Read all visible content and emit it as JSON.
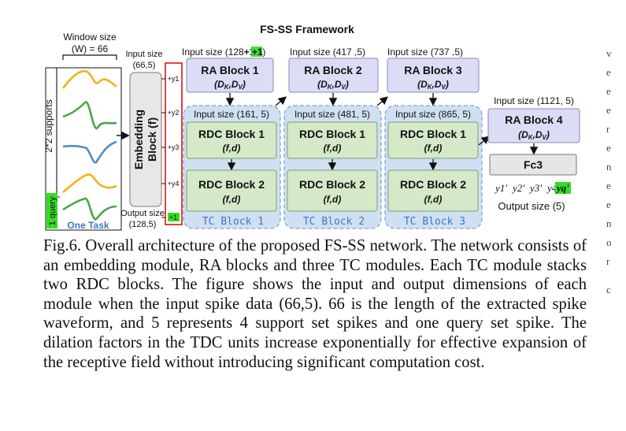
{
  "figure": {
    "title": "FS-SS Framework",
    "window_size_line1": "Window size",
    "window_size_line2": "(W) = 66",
    "supports_label": "2*2 supports",
    "query_label": "1 query",
    "one_task_label": "One Task",
    "embedding_input_line1": "Input size",
    "embedding_input_line2": "(66,5)",
    "embedding_block_line1": "Embedding",
    "embedding_block_line2": "Block (f)",
    "embedding_output_line1": "Output size",
    "embedding_output_line2": "(128,5)",
    "y_taps": [
      "+y1",
      "+y2",
      "+y3",
      "+y4",
      "+1"
    ],
    "ra_blocks": [
      {
        "input_prefix": "Input size (128",
        "input_highlight": "+1",
        "input_suffix": ",5)",
        "title": "RA Block 1",
        "params": "(D",
        "sub1": "K",
        "mid": ",D",
        "sub2": "V",
        "end": ")"
      },
      {
        "input_prefix": "Input size (417 ,5)",
        "input_highlight": "",
        "input_suffix": "",
        "title": "RA Block 2",
        "params": "(D",
        "sub1": "K",
        "mid": ",D",
        "sub2": "V",
        "end": ")"
      },
      {
        "input_prefix": "Input size (737 ,5)",
        "input_highlight": "",
        "input_suffix": "",
        "title": "RA Block 3",
        "params": "(D",
        "sub1": "K",
        "mid": ",D",
        "sub2": "V",
        "end": ")"
      }
    ],
    "tc_blocks": [
      {
        "input": "Input size (161, 5)",
        "rdc1_title": "RDC Block 1",
        "rdc1_params": "(f,d)",
        "rdc2_title": "RDC Block 2",
        "rdc2_params": "(f,d)",
        "label": "TC Block 1"
      },
      {
        "input": "Input size (481, 5)",
        "rdc1_title": "RDC Block 1",
        "rdc1_params": "(f,d)",
        "rdc2_title": "RDC Block 2",
        "rdc2_params": "(f,d)",
        "label": "TC Block 2"
      },
      {
        "input": "Input size (865, 5)",
        "rdc1_title": "RDC Block 1",
        "rdc1_params": "(f,d)",
        "rdc2_title": "RDC Block 2",
        "rdc2_params": "(f,d)",
        "label": "TC Block 3"
      }
    ],
    "ra4_input": "Input size (1121, 5)",
    "ra4_title": "RA Block 4",
    "fc3_label": "Fc3",
    "outputs": [
      "y1'",
      "y2'",
      "y3'",
      "y4'",
      "yq'"
    ],
    "output_size": "Output size (5)"
  },
  "caption": "Fig.6. Overall architecture of the proposed FS-SS network. The network consists of an embedding module, RA blocks and three TC modules. Each TC module stacks two RDC blocks. The figure shows the input and output dimensions of each module when the input spike data (66,5). 66 is the length of the extracted spike waveform, and 5 represents 4 support set spikes and one query set spike. The dilation factors in the TDC units increase exponentially for effective expansion of the receptive field without introducing significant computation cost.",
  "margin_glyphs": [
    "v",
    "e",
    "e",
    "e",
    "r",
    "e",
    "n",
    "e",
    "e",
    "n",
    "o",
    "r",
    "c"
  ],
  "colors": {
    "ra_fill": "#dcdcf7",
    "tc_fill": "#cfe0f3",
    "rdc_fill": "#d5e8c8",
    "embedding_fill": "#e7e7e7",
    "fc_fill": "#e6e6e6",
    "highlight": "#33dd22",
    "tap_border": "#dd0000",
    "wave_yellow": "#f2b21b",
    "wave_green": "#49a64a",
    "wave_blue": "#4b8ec8",
    "tc_label": "#3d78c0"
  }
}
